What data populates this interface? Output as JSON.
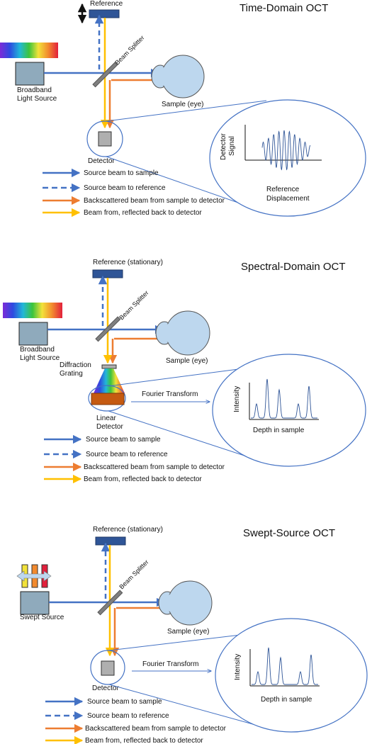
{
  "colors": {
    "source_beam": "#4472C4",
    "backscatter": "#ED7D31",
    "detector_beam": "#FFC000",
    "reference_fill": "#2F5597",
    "box_fill": "#8FAABC",
    "eye_fill": "#BDD7EE"
  },
  "icons": [
    "double-arrow-icon",
    "spectrum-icon",
    "beam-splitter-icon",
    "eye-icon"
  ],
  "panel_time": {
    "title": "Time-Domain OCT",
    "reference": "Reference",
    "beam_splitter": "Beam Splitter",
    "source_line1": "Broadband",
    "source_line2": "Light Source",
    "sample": "Sample (eye)",
    "detector": "Detector",
    "signal_ylabel_line1": "Detector",
    "signal_ylabel_line2": "Signal",
    "signal_xlabel_line1": "Reference",
    "signal_xlabel_line2": "Displacement"
  },
  "panel_spectral": {
    "title": "Spectral-Domain OCT",
    "reference": "Reference (stationary)",
    "beam_splitter": "Beam Splitter",
    "source_line1": "Broadband",
    "source_line2": "Light Source",
    "sample": "Sample (eye)",
    "grating_line1": "Diffraction",
    "grating_line2": "Grating",
    "detector_line1": "Linear",
    "detector_line2": "Detector",
    "fourier": "Fourier Transform",
    "plot_ylabel": "Intensity",
    "plot_xlabel": "Depth in sample"
  },
  "panel_swept": {
    "title": "Swept-Source OCT",
    "reference": "Reference (stationary)",
    "beam_splitter": "Beam Splitter",
    "source": "Swept Source",
    "sample": "Sample (eye)",
    "detector": "Detector",
    "fourier": "Fourier Transform",
    "plot_ylabel": "Intensity",
    "plot_xlabel": "Depth in sample"
  },
  "legend": {
    "source_to_sample": "Source beam to sample",
    "source_to_reference": "Source beam to reference",
    "backscattered": "Backscattered beam from sample to detector",
    "reflected": "Beam from, reflected back to detector"
  }
}
